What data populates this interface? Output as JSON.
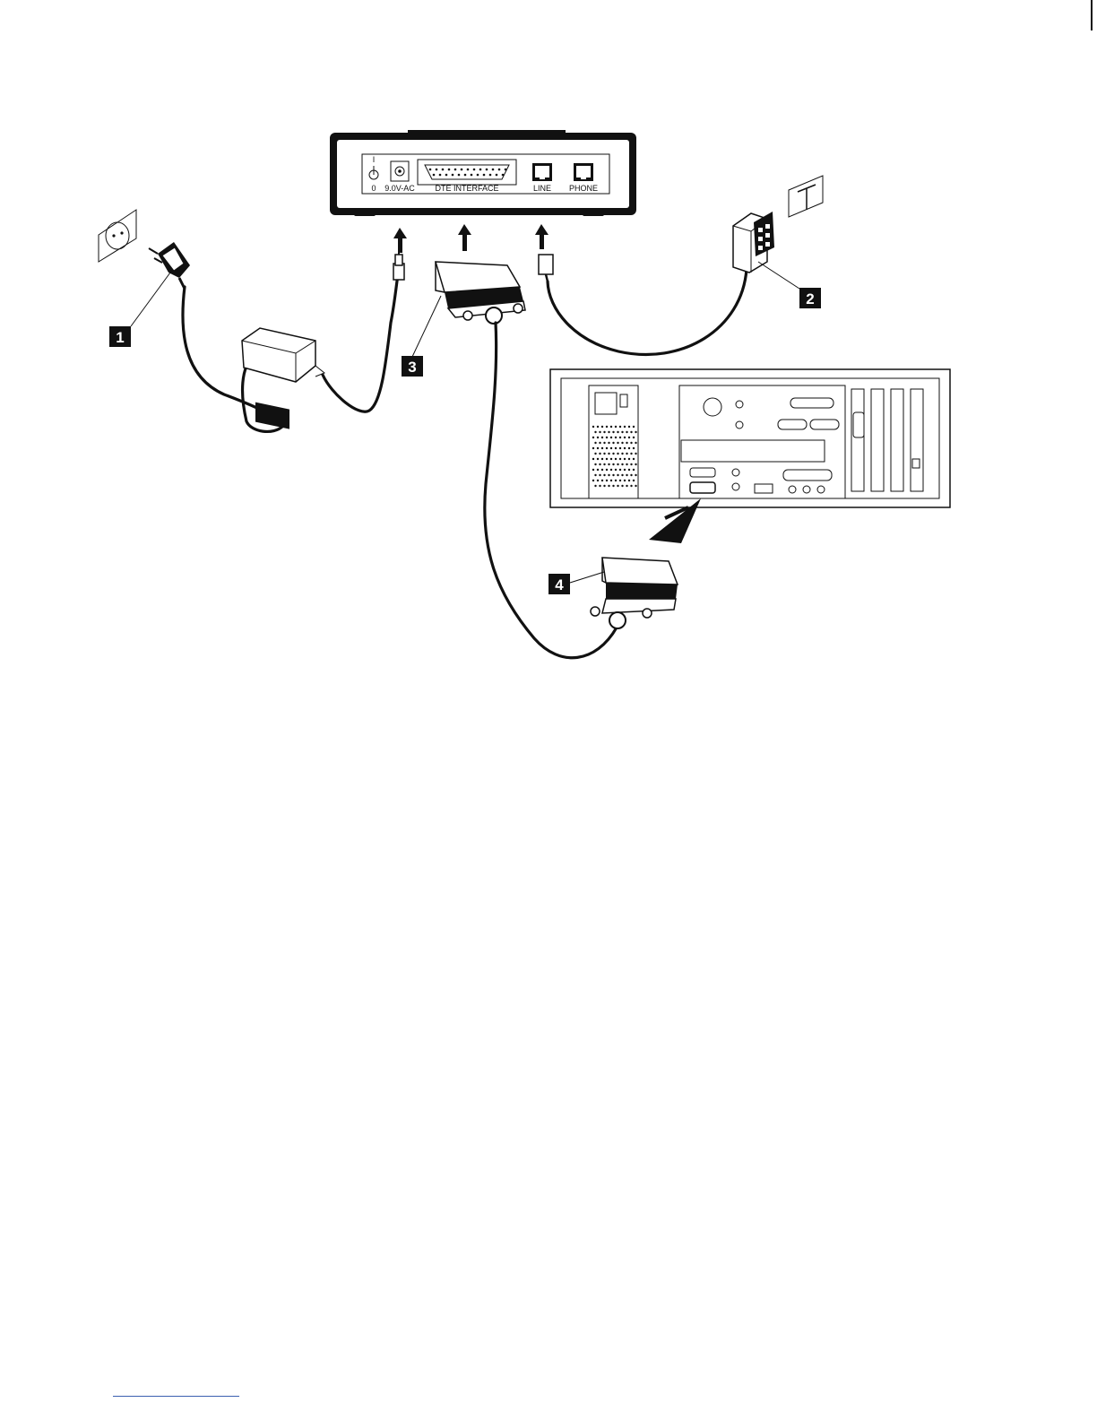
{
  "modem": {
    "ports": {
      "switch_on": "I",
      "switch_off": "0",
      "power": "9.0V-AC",
      "dte": "DTE INTERFACE",
      "line": "LINE",
      "phone": "PHONE"
    }
  },
  "callouts": [
    "1",
    "2",
    "3",
    "4"
  ],
  "colors": {
    "ink": "#111111",
    "footer_rule": "#3b5fb0",
    "background": "#ffffff"
  }
}
